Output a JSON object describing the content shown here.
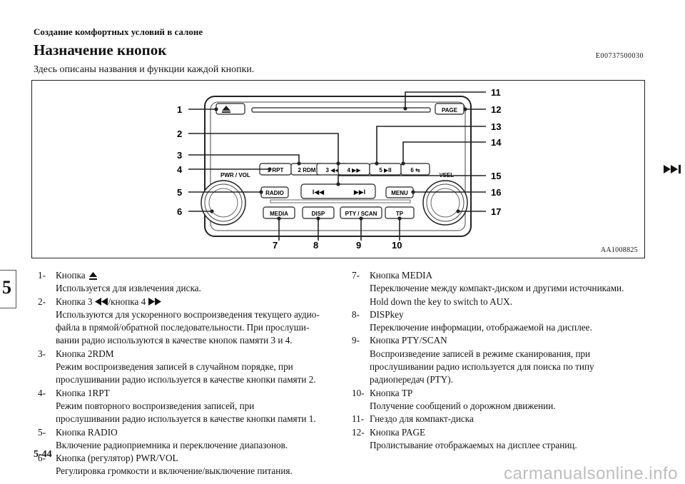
{
  "header": {
    "running_head": "Создание комфортных условий в салоне",
    "section_title": "Назначение кнопок",
    "section_code": "E00737500030",
    "intro": "Здесь описаны названия и функции каждой кнопки."
  },
  "chapter_tab": "5",
  "figure": {
    "code": "AA1008825",
    "panel": {
      "pwr_vol": "PWR / VOL",
      "page": "PAGE",
      "sel": "\\/SEL",
      "presets": [
        "1 RPT",
        "2 RDM",
        "3 ◀◀",
        "4 ▶▶",
        "5 ▶II",
        "6 ⇆"
      ],
      "radio": "RADIO",
      "menu": "MENU",
      "media": "MEDIA",
      "disp": "DISP",
      "pty_scan": "PTY / SCAN",
      "tp": "TP",
      "seek": [
        "I◀◀",
        "▶▶I"
      ]
    },
    "callouts_left": [
      "1",
      "2",
      "3",
      "4",
      "5",
      "6"
    ],
    "callouts_right": [
      "11",
      "12",
      "13",
      "14",
      "15",
      "16",
      "17"
    ],
    "callouts_bottom": [
      "7",
      "8",
      "9",
      "10"
    ]
  },
  "items_left": [
    {
      "num": "1-",
      "title": "Кнопка",
      "icon": "eject-icon",
      "desc": [
        "Используется для извлечения диска."
      ]
    },
    {
      "num": "2-",
      "title": "Кнопка 3",
      "title_mid": "/кнопка 4",
      "icon": "rewind-forward-icons",
      "desc": [
        "Используются для ускоренного воспроизведения текущего аудио-",
        "файла в прямой/обратной последовательности. При прослуши-",
        "вании радио используются в качестве кнопок памяти 3 и 4."
      ]
    },
    {
      "num": "3-",
      "title": "Кнопка 2RDM",
      "desc": [
        "Режим воспроизведения записей в случайном порядке, при",
        "прослушивании радио используется в качестве кнопки памяти 2."
      ]
    },
    {
      "num": "4-",
      "title": "Кнопка 1RPT",
      "desc": [
        "Режим повторного воспроизведения записей, при",
        "прослушивании радио используется в качестве кнопки памяти 1."
      ]
    },
    {
      "num": "5-",
      "title": "Кнопка RADIO",
      "desc": [
        "Включение радиоприемника и переключение диапазонов."
      ]
    },
    {
      "num": "6-",
      "title": "Кнопка (регулятор) PWR/VOL",
      "desc": [
        "Регулировка громкости и включение/выключение питания."
      ]
    }
  ],
  "items_right": [
    {
      "num": "7-",
      "title": "Кнопка MEDIA",
      "desc": [
        "Переключение между компакт-диском и другими источниками.",
        "Hold down the key to switch to AUX."
      ]
    },
    {
      "num": "8-",
      "title": "DISPkey",
      "desc": [
        "Переключение информации, отображаемой на дисплее."
      ]
    },
    {
      "num": "9-",
      "title": "Кнопка PTY/SCAN",
      "desc": [
        "Воспроизведение записей в режиме сканирования, при",
        "прослушивании радио используется для поиска по типу",
        "радиопередач (PTY)."
      ]
    },
    {
      "num": "10-",
      "title": "Кнопка TP",
      "desc": [
        "Получение сообщений о дорожном движении."
      ]
    },
    {
      "num": "11-",
      "title": "Гнездо для компакт-диска",
      "desc": []
    },
    {
      "num": "12-",
      "title": "Кнопка PAGE",
      "desc": [
        "Пролистывание отображаемых на дисплее страниц."
      ]
    }
  ],
  "footer": {
    "page_number": "5-44",
    "watermark": "carmanualsonline.info"
  }
}
